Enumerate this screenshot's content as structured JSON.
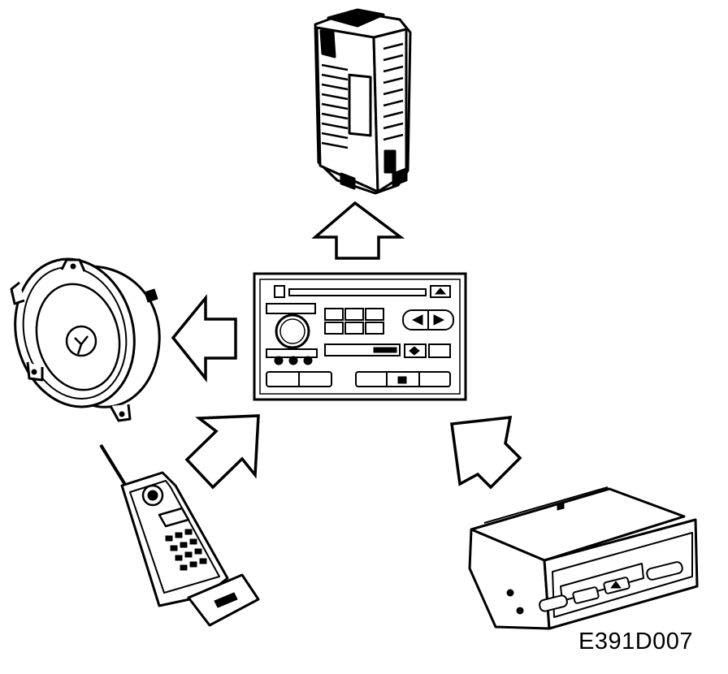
{
  "figure": {
    "reference_code": "E391D007"
  },
  "components": [
    {
      "id": "head-unit",
      "icon": "car-radio-head-unit-icon"
    },
    {
      "id": "amplifier",
      "icon": "amplifier-module-icon"
    },
    {
      "id": "speaker",
      "icon": "loudspeaker-icon"
    },
    {
      "id": "mobile-phone",
      "icon": "mobile-phone-icon"
    },
    {
      "id": "cd-changer",
      "icon": "cd-changer-icon"
    }
  ],
  "flows": [
    {
      "from": "head-unit",
      "to": "amplifier",
      "direction": "up"
    },
    {
      "from": "head-unit",
      "to": "speaker",
      "direction": "left"
    },
    {
      "from": "mobile-phone",
      "to": "head-unit",
      "direction": "up-right"
    },
    {
      "from": "cd-changer",
      "to": "head-unit",
      "direction": "up-left"
    }
  ],
  "colors": {
    "line": "#000000",
    "fill": "#ffffff"
  }
}
